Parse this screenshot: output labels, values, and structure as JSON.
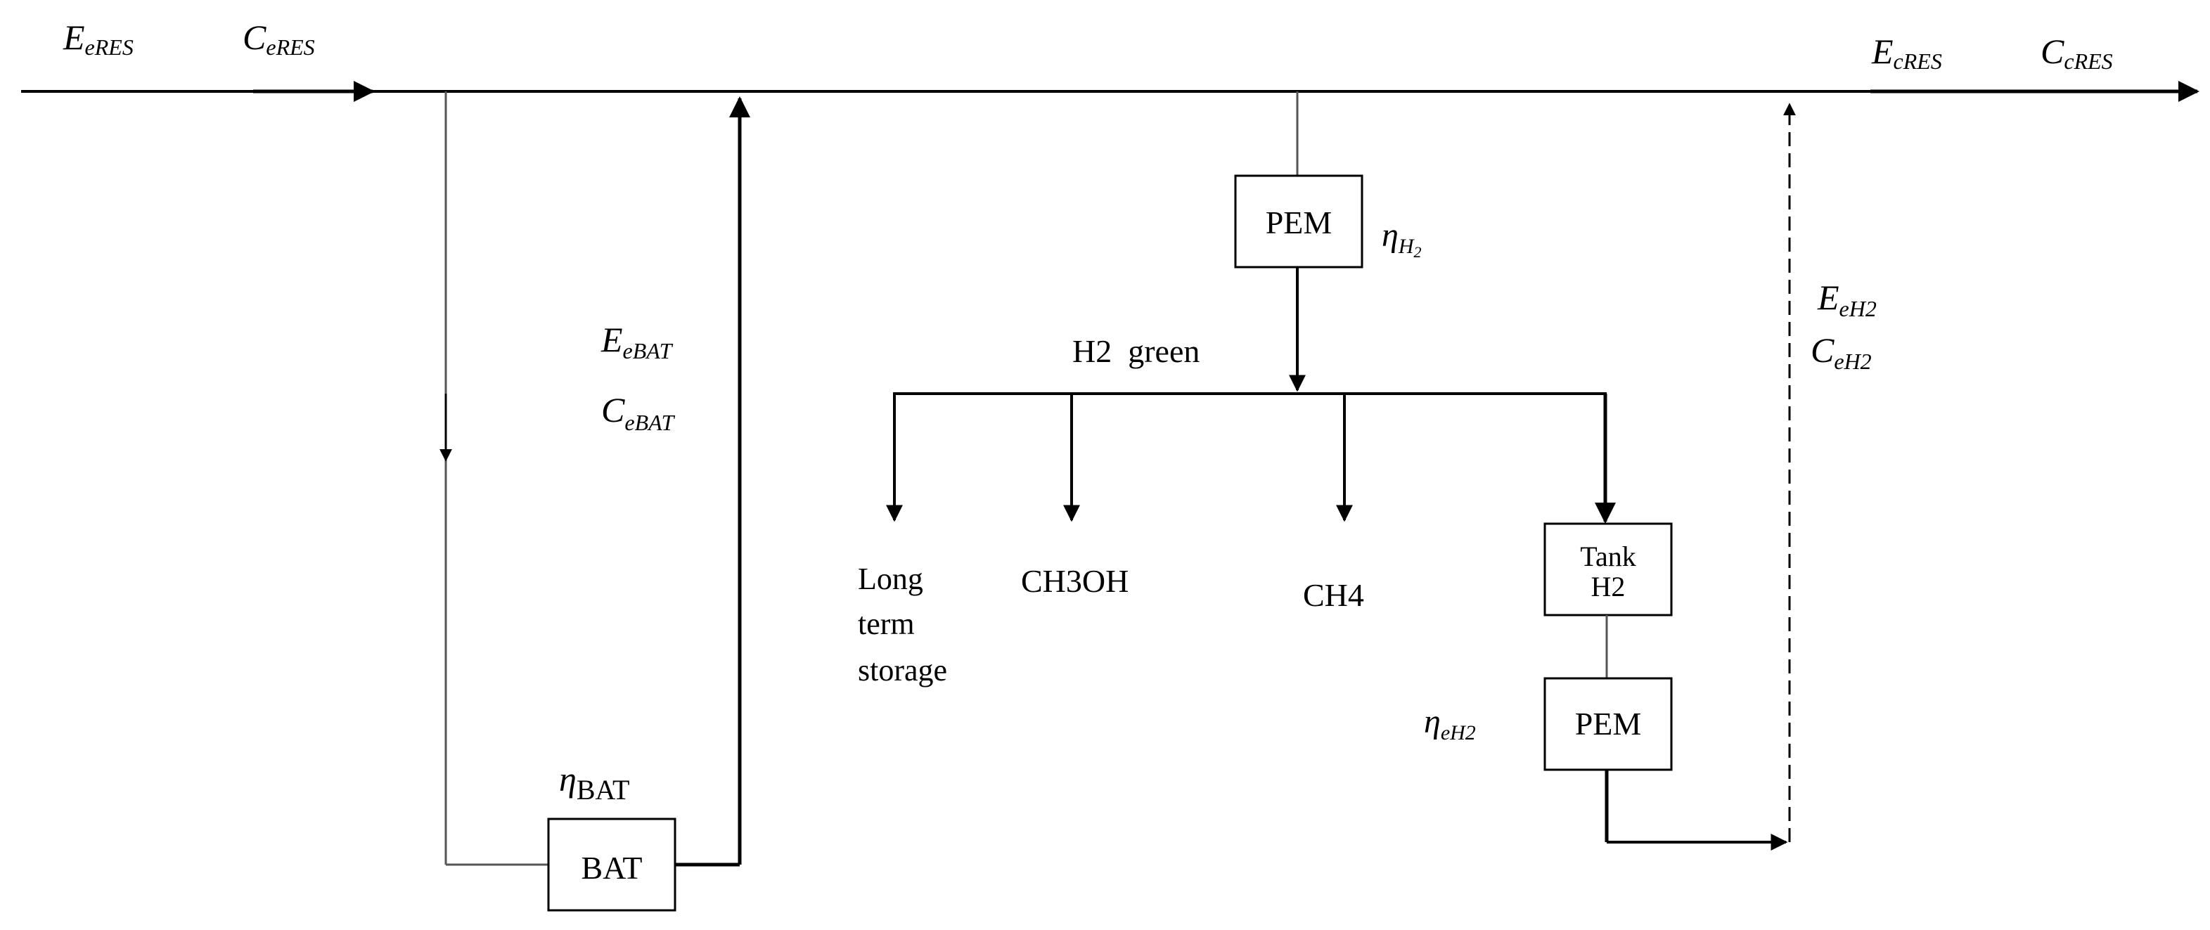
{
  "labels": {
    "e_eres": "E",
    "e_eres_sub": "eRES",
    "c_eres": "C",
    "c_eres_sub": "eRES",
    "e_cres": "E",
    "e_cres_sub": "cRES",
    "c_cres": "C",
    "c_cres_sub": "cRES",
    "e_ebat": "E",
    "e_ebat_sub": "eBAT",
    "c_ebat": "C",
    "c_ebat_sub": "eBAT",
    "e_eh2": "E",
    "e_eh2_sub": "eH2",
    "c_eh2": "C",
    "c_eh2_sub": "eH2",
    "eta": "η",
    "eta_bat_sub": "BAT",
    "eta_h2_sub": "H",
    "eta_h2_subsub": "2",
    "eta_eh2_sub": "eH2",
    "h2_green": "H2  green",
    "long_term_1": "Long",
    "long_term_2": "term",
    "long_term_3": "storage",
    "ch3oh": "CH3OH",
    "ch4": "CH4"
  },
  "boxes": {
    "pem_top": "PEM",
    "bat": "BAT",
    "tank_line1": "Tank",
    "tank_line2": "H2",
    "pem_bottom": "PEM"
  }
}
